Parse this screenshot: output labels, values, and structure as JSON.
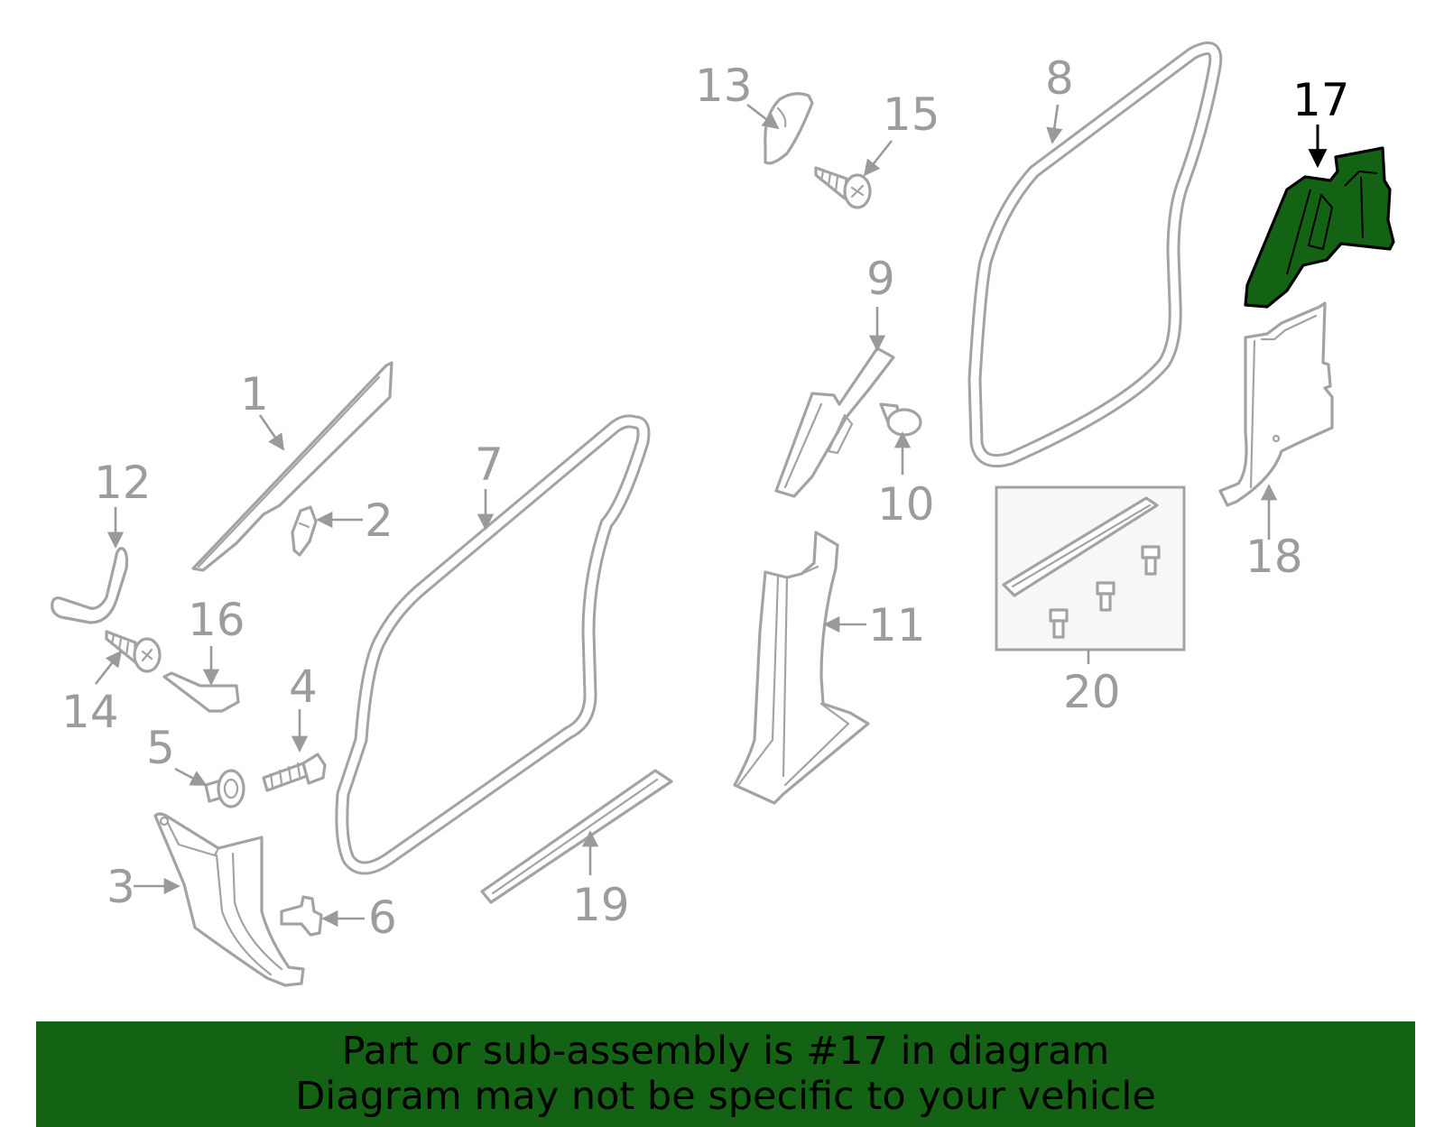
{
  "callouts": {
    "c1": "1",
    "c2": "2",
    "c3": "3",
    "c4": "4",
    "c5": "5",
    "c6": "6",
    "c7": "7",
    "c8": "8",
    "c9": "9",
    "c10": "10",
    "c11": "11",
    "c12": "12",
    "c13": "13",
    "c14": "14",
    "c15": "15",
    "c16": "16",
    "c17": "17",
    "c18": "18",
    "c19": "19",
    "c20": "20"
  },
  "highlighted_part": "17",
  "colors": {
    "highlight": "#146214",
    "outline": "#a3a3a3",
    "banner": "#146214"
  },
  "banner": {
    "line1": "Part or sub-assembly is #17 in diagram",
    "line2": "Diagram may not be specific to your vehicle"
  }
}
